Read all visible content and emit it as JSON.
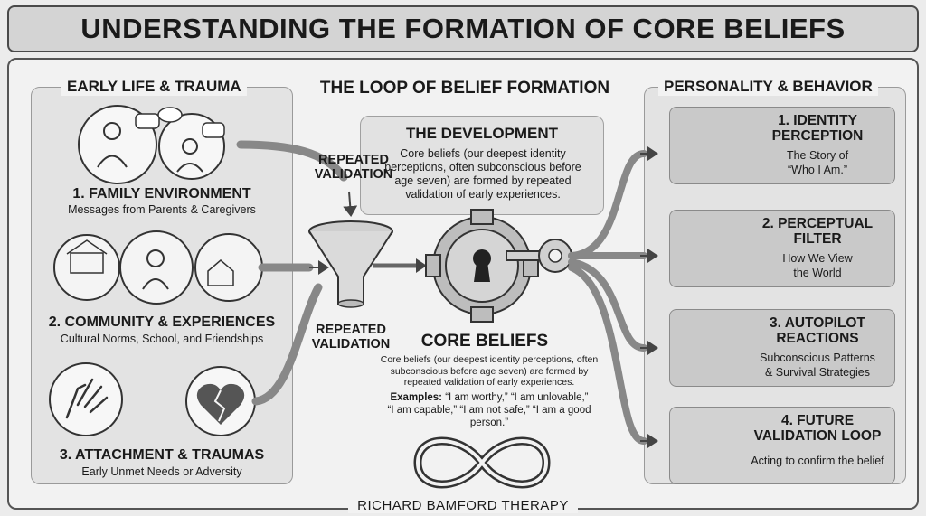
{
  "title": "UNDERSTANDING THE FORMATION OF CORE BELIEFS",
  "left": {
    "heading": "EARLY LIFE & TRAUMA",
    "items": [
      {
        "title": "1. FAMILY ENVIRONMENT",
        "subtitle": "Messages from Parents & Caregivers"
      },
      {
        "title": "2. COMMUNITY & EXPERIENCES",
        "subtitle": "Cultural Norms, School, and Friendships"
      },
      {
        "title": "3. ATTACHMENT & TRAUMAS",
        "subtitle": "Early Unmet Needs or Adversity"
      }
    ]
  },
  "center": {
    "heading": "THE LOOP OF BELIEF FORMATION",
    "validation_top": "REPEATED\nVALIDATION",
    "validation_bottom": "REPEATED\nVALIDATION",
    "development": {
      "title": "THE DEVELOPMENT",
      "text": "Core beliefs (our deepest identity perceptions, often subconscious before age seven) are formed by repeated validation of early experiences."
    },
    "core": {
      "title": "CORE BELIEFS",
      "text": "Core beliefs (our deepest identity perceptions, often subconscious before age seven) are formed by repeated validation of early experiences.",
      "examples_label": "Examples:",
      "examples_line1": "“I am worthy,” “I am unlovable,”",
      "examples_line2": "“I am capable,” “I am not safe,” “I am a good person.”"
    }
  },
  "right": {
    "heading": "PERSONALITY & BEHAVIOR",
    "cards": [
      {
        "title": "1. IDENTITY\nPERCEPTION",
        "subtitle": "The Story of\n“Who I Am.”"
      },
      {
        "title": "2. PERCEPTUAL\nFILTER",
        "subtitle": "How We View\nthe World"
      },
      {
        "title": "3. AUTOPILOT\nREACTIONS",
        "subtitle": "Subconscious Patterns\n& Survival Strategies"
      },
      {
        "title": "4. FUTURE\nVALIDATION LOOP",
        "subtitle": "Acting to confirm the belief"
      }
    ]
  },
  "footer": "RICHARD BAMFORD THERAPY",
  "icons": [
    "family-icon",
    "community-icon",
    "hands-icon",
    "broken-heart-icon",
    "funnel-icon",
    "gear-keyhole-icon",
    "key-icon",
    "infinity-icon",
    "mirror-icon",
    "magnifier-icon",
    "person-thinking-icon",
    "refresh-arrow-icon"
  ]
}
